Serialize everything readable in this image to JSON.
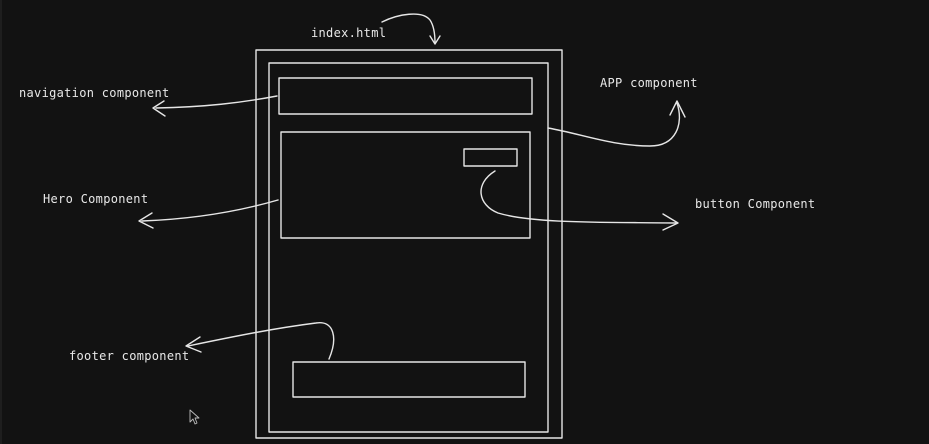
{
  "colors": {
    "background": "#121212",
    "stroke": "#e6e6e6"
  },
  "labels": {
    "index_html": "index.html",
    "navigation": "navigation component",
    "app": "APP component",
    "hero": "Hero Component",
    "button": "button Component",
    "footer": "footer component"
  },
  "icons": {
    "cursor": "mouse-pointer-icon"
  }
}
